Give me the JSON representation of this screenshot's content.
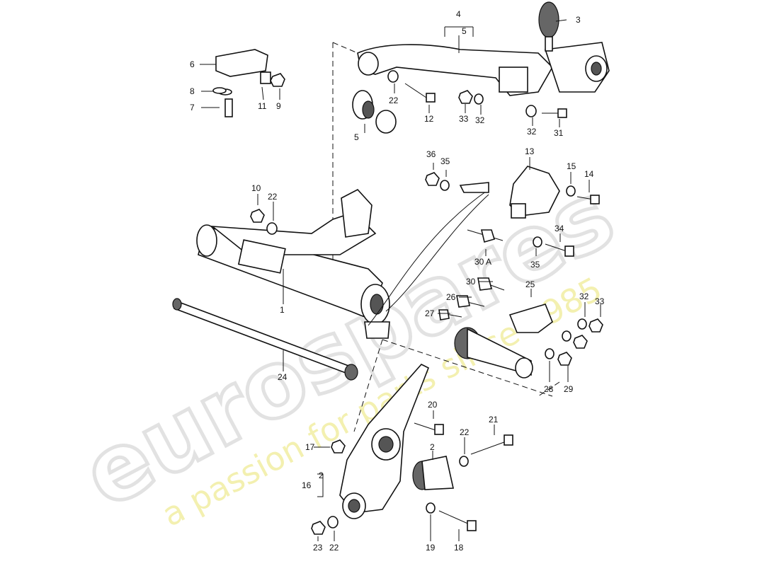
{
  "watermark": {
    "brand": "eurospares",
    "tagline": "a passion for parts since 1985"
  },
  "callouts": [
    "1",
    "2",
    "3",
    "4",
    "5",
    "6",
    "7",
    "8",
    "9",
    "10",
    "11",
    "12",
    "13",
    "14",
    "15",
    "16",
    "17",
    "18",
    "19",
    "20",
    "21",
    "22",
    "23",
    "24",
    "25",
    "26",
    "27",
    "28",
    "29",
    "30",
    "30 A",
    "31",
    "32",
    "33",
    "34",
    "35",
    "36"
  ],
  "labels": {
    "l1": "1",
    "l2a": "2",
    "l2b": "2",
    "l3": "3",
    "l4": "4",
    "l5a": "5",
    "l5b": "5",
    "l6": "6",
    "l7": "7",
    "l8": "8",
    "l9": "9",
    "l10": "10",
    "l11": "11",
    "l12": "12",
    "l13": "13",
    "l14": "14",
    "l15": "15",
    "l16": "16",
    "l17": "17",
    "l18": "18",
    "l19": "19",
    "l20": "20",
    "l21": "21",
    "l22a": "22",
    "l22b": "22",
    "l22c": "22",
    "l22d": "22",
    "l23": "23",
    "l24": "24",
    "l25": "25",
    "l26": "26",
    "l27": "27",
    "l28": "28",
    "l29": "29",
    "l30": "30",
    "l30a": "30 A",
    "l31": "31",
    "l32a": "32",
    "l32b": "32",
    "l32c": "32",
    "l33a": "33",
    "l33b": "33",
    "l34": "34",
    "l35a": "35",
    "l35b": "35",
    "l36": "36"
  }
}
